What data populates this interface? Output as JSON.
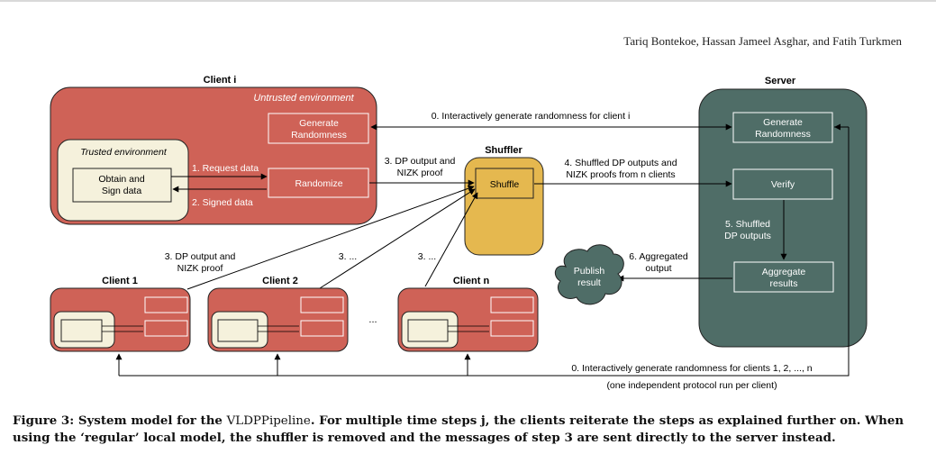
{
  "header": {
    "authors": "Tariq Bontekoe, Hassan Jameel Asghar, and Fatih Turkmen"
  },
  "diagram": {
    "client_i": {
      "title": "Client i",
      "untrusted_label": "Untrusted environment",
      "trusted_label": "Trusted environment",
      "obtain_sign": [
        "Obtain and",
        "Sign data"
      ],
      "generate": [
        "Generate",
        "Randomness"
      ],
      "randomize": "Randomize",
      "request": "1. Request data",
      "signed": "2. Signed data"
    },
    "server": {
      "title": "Server",
      "generate": [
        "Generate",
        "Randomness"
      ],
      "verify": "Verify",
      "aggregate": [
        "Aggregate",
        "results"
      ],
      "shuffled_dp": [
        "5. Shuffled",
        "DP outputs"
      ]
    },
    "shuffler": {
      "title": "Shuffler",
      "shuffle": "Shuffle"
    },
    "arrows": {
      "step0_top": "0. Interactively generate randomness for client i",
      "step3_i": [
        "3. DP output and",
        "NIZK proof"
      ],
      "step4": [
        "4. Shuffled DP outputs and",
        "NIZK proofs from n clients"
      ],
      "step3_1": [
        "3. DP output and",
        "NIZK proof"
      ],
      "step3_2": "3. ...",
      "step3_n": "3. ...",
      "step6": [
        "6. Aggregated",
        "output"
      ],
      "step0_bottom": "0. Interactively generate randomness for clients  1, 2, ..., n",
      "step0_note": "(one independent protocol run per client)"
    },
    "clients": {
      "c1": "Client 1",
      "c2": "Client 2",
      "cn": "Client n",
      "dots": "..."
    },
    "publish": [
      "Publish",
      "result"
    ]
  },
  "caption": {
    "label": "Figure 3: System model for the ",
    "pipeline": "VLDPPipeline",
    "rest": ". For multiple time steps j, the clients reiterate the steps as explained further on. When using the ‘regular’ local model, the shuffler is removed and the messages of step 3 are sent directly to the server instead."
  },
  "colors": {
    "client": "#cf6257",
    "trusted": "#f5f1dc",
    "server": "#4f6d67",
    "shuffler": "#e5b84f",
    "cloud": "#4f6d67"
  }
}
